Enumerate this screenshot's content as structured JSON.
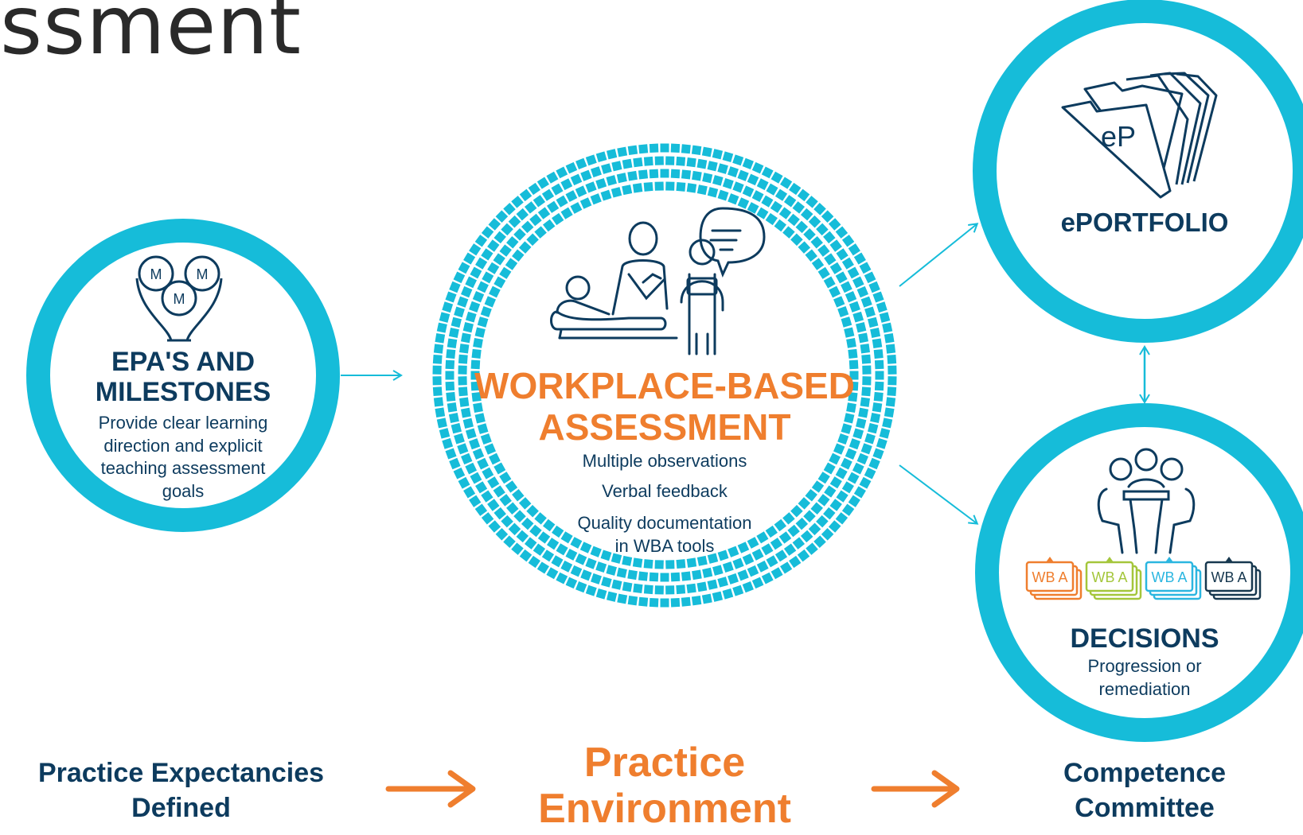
{
  "title_fragment": "ssment",
  "colors": {
    "teal": "#16bcd9",
    "navy": "#0d3b5e",
    "orange": "#ef7e2e",
    "lime": "#a4c63b",
    "blue": "#2bb6e0",
    "dark": "#17384f"
  },
  "epa": {
    "icon": "milestones-icon",
    "badge": "M",
    "title_line1": "EPA'S AND",
    "title_line2": "MILESTONES",
    "desc_line1": "Provide clear learning",
    "desc_line2": "direction and explicit",
    "desc_line3": "teaching assessment",
    "desc_line4": "goals"
  },
  "wba": {
    "icon": "clinician-patient-icon",
    "title_line1": "WORKPLACE-BASED",
    "title_line2": "ASSESSMENT",
    "item1": "Multiple observations",
    "item2": "Verbal feedback",
    "item3_line1": "Quality documentation",
    "item3_line2": "in WBA tools"
  },
  "eportfolio": {
    "icon": "folder-icon",
    "badge": "eP",
    "title": "ePORTFOLIO"
  },
  "decisions": {
    "icon": "meeting-icon",
    "card_label": "WB A",
    "title": "DECISIONS",
    "desc_line1": "Progression or",
    "desc_line2": "remediation"
  },
  "bottom": {
    "left_line1": "Practice Expectancies",
    "left_line2": "Defined",
    "center_line1": "Practice",
    "center_line2": "Environment",
    "right_line1": "Competence",
    "right_line2": "Committee"
  }
}
